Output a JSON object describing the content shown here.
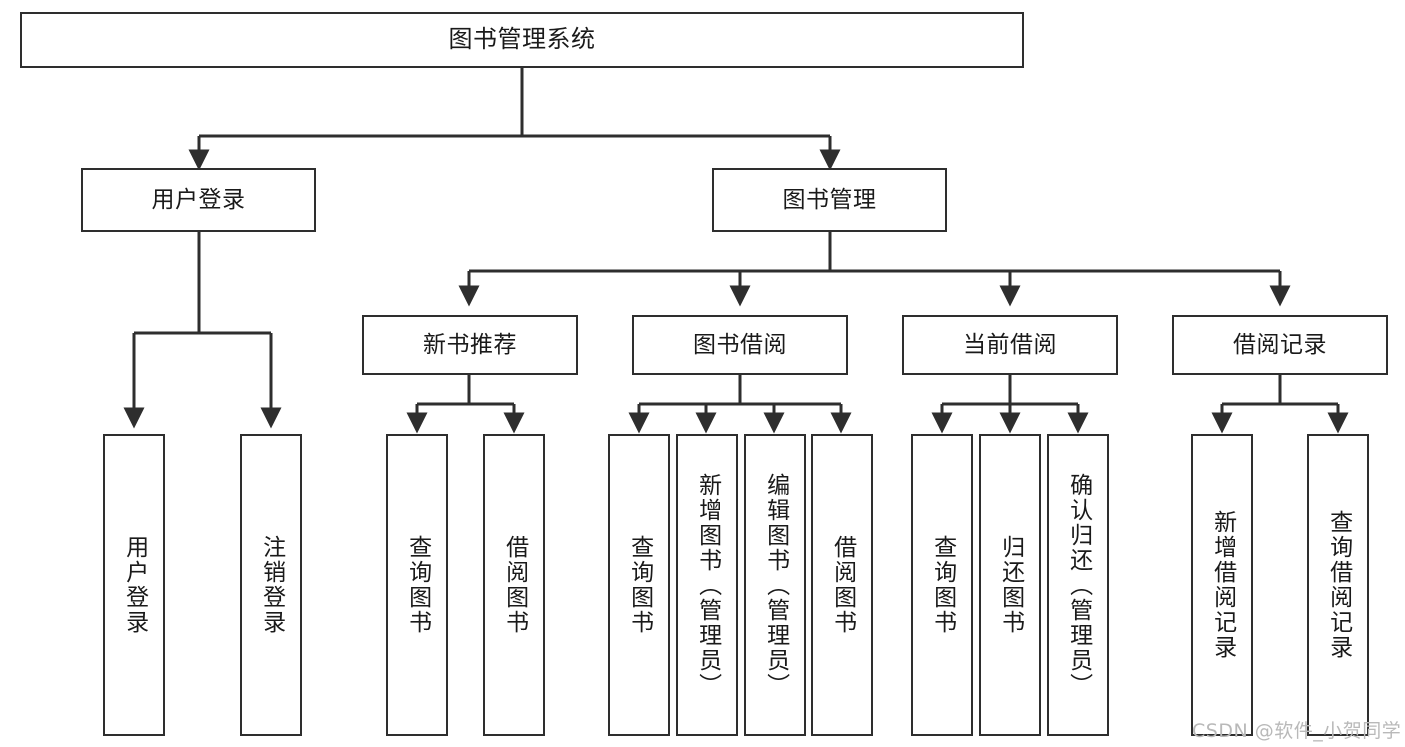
{
  "diagram": {
    "type": "tree-hierarchy",
    "title": "图书管理系统",
    "watermark": "CSDN @软件_小贺同学",
    "colors": {
      "box_border": "#2e2e2e",
      "box_fill": "#ffffff",
      "connector": "#2e2e2e",
      "text": "#1a1a1a",
      "watermark": "#b9b9b9",
      "background": "#ffffff"
    },
    "levels": 4,
    "nodes": {
      "root": {
        "label": "图书管理系统",
        "orientation": "horizontal",
        "level": 1
      },
      "l2": [
        {
          "id": "user-login",
          "label": "用户登录",
          "orientation": "horizontal",
          "level": 2
        },
        {
          "id": "book-manage",
          "label": "图书管理",
          "orientation": "horizontal",
          "level": 2
        }
      ],
      "l3": [
        {
          "id": "new-book-recommend",
          "label": "新书推荐",
          "orientation": "horizontal",
          "level": 3,
          "parent": "book-manage"
        },
        {
          "id": "book-borrow",
          "label": "图书借阅",
          "orientation": "horizontal",
          "level": 3,
          "parent": "book-manage"
        },
        {
          "id": "current-borrow",
          "label": "当前借阅",
          "orientation": "horizontal",
          "level": 3,
          "parent": "book-manage"
        },
        {
          "id": "borrow-record",
          "label": "借阅记录",
          "orientation": "horizontal",
          "level": 3,
          "parent": "book-manage"
        }
      ],
      "leaves": [
        {
          "id": "leaf-user-login",
          "label": "用户登录",
          "orientation": "vertical",
          "parent": "user-login"
        },
        {
          "id": "leaf-user-logout",
          "label": "注销登录",
          "orientation": "vertical",
          "parent": "user-login"
        },
        {
          "id": "leaf-query-book-1",
          "label": "查询图书",
          "orientation": "vertical",
          "parent": "new-book-recommend"
        },
        {
          "id": "leaf-borrow-book-1",
          "label": "借阅图书",
          "orientation": "vertical",
          "parent": "new-book-recommend"
        },
        {
          "id": "leaf-query-book-2",
          "label": "查询图书",
          "orientation": "vertical",
          "parent": "book-borrow"
        },
        {
          "id": "leaf-add-book",
          "label": "新增图书（管理员）",
          "orientation": "vertical",
          "parent": "book-borrow"
        },
        {
          "id": "leaf-edit-book",
          "label": "编辑图书（管理员）",
          "orientation": "vertical",
          "parent": "book-borrow"
        },
        {
          "id": "leaf-borrow-book-2",
          "label": "借阅图书",
          "orientation": "vertical",
          "parent": "book-borrow"
        },
        {
          "id": "leaf-query-book-3",
          "label": "查询图书",
          "orientation": "vertical",
          "parent": "current-borrow"
        },
        {
          "id": "leaf-return-book",
          "label": "归还图书",
          "orientation": "vertical",
          "parent": "current-borrow"
        },
        {
          "id": "leaf-confirm-return",
          "label": "确认归还（管理员）",
          "orientation": "vertical",
          "parent": "current-borrow"
        },
        {
          "id": "leaf-add-record",
          "label": "新增借阅记录",
          "orientation": "vertical",
          "parent": "borrow-record"
        },
        {
          "id": "leaf-query-record",
          "label": "查询借阅记录",
          "orientation": "vertical",
          "parent": "borrow-record"
        }
      ]
    }
  }
}
